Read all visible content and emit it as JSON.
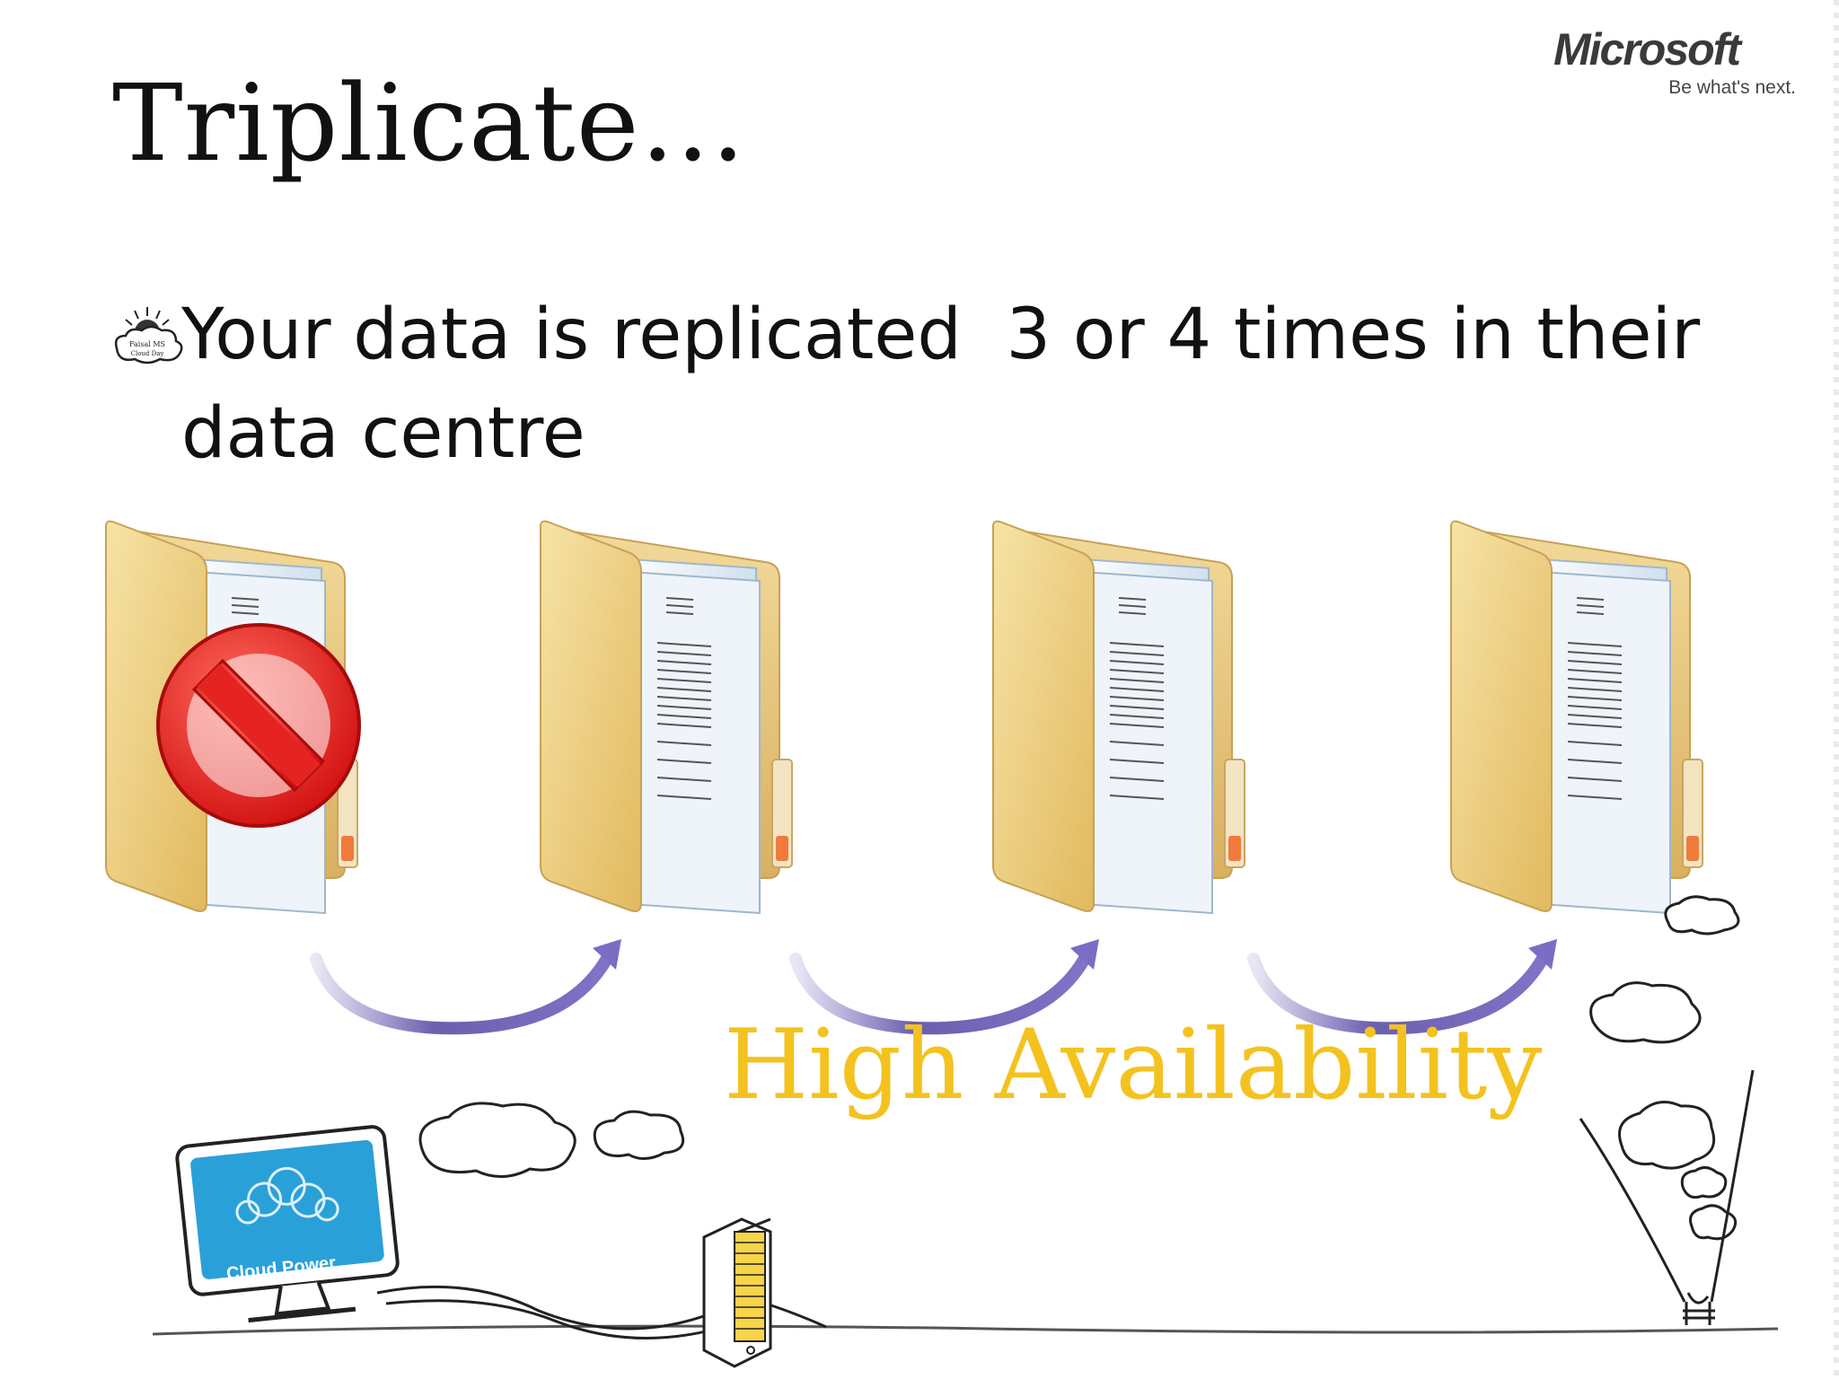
{
  "slide": {
    "title": "Triplicate…",
    "bullet": "Your data is replicated  3 or 4 times in their data centre",
    "highlight": "High Availability"
  },
  "logo": {
    "wordmark": "Microsoft",
    "tagline": "Be what's next."
  },
  "bullet_icon": {
    "name": "cloud-day-badge-icon",
    "text": "Faisal MS Cloud Day"
  },
  "illustration": {
    "folders": [
      "blocked-folder-icon",
      "folder-icon",
      "folder-icon",
      "folder-icon"
    ],
    "arrows": [
      "curved-arrow-icon",
      "curved-arrow-icon",
      "curved-arrow-icon"
    ],
    "monitor_label": "Cloud Power"
  },
  "colors": {
    "accent": "#f4c21f",
    "arrow": "#6b5fb5",
    "folder": "#e9c77c",
    "no_sign": "#e52421"
  }
}
